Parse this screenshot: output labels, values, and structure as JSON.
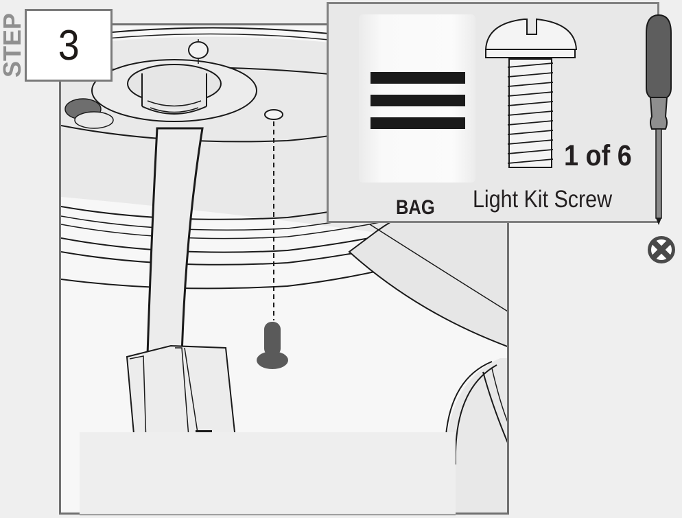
{
  "step": {
    "label": "STEP",
    "number": "3"
  },
  "parts_panel": {
    "bag_label": "BAG",
    "bag_icon": "three-line-bag-icon",
    "part_count": "1 of 6",
    "part_name": "Light Kit Screw",
    "part_icon": "round-head-screw-icon"
  },
  "tools": {
    "screwdriver_icon": "phillips-screwdriver-icon",
    "power_icon": "power-off-circle-x-icon"
  },
  "illustration": {
    "description": "Light kit screw inserted into switch housing hole; wire connector hanging from fan",
    "caption": ""
  },
  "colors": {
    "frame": "#707070",
    "background": "#efefef",
    "step_label": "#8f8f8f",
    "text": "#231f20",
    "screw_fill": "#5a5a5a"
  }
}
